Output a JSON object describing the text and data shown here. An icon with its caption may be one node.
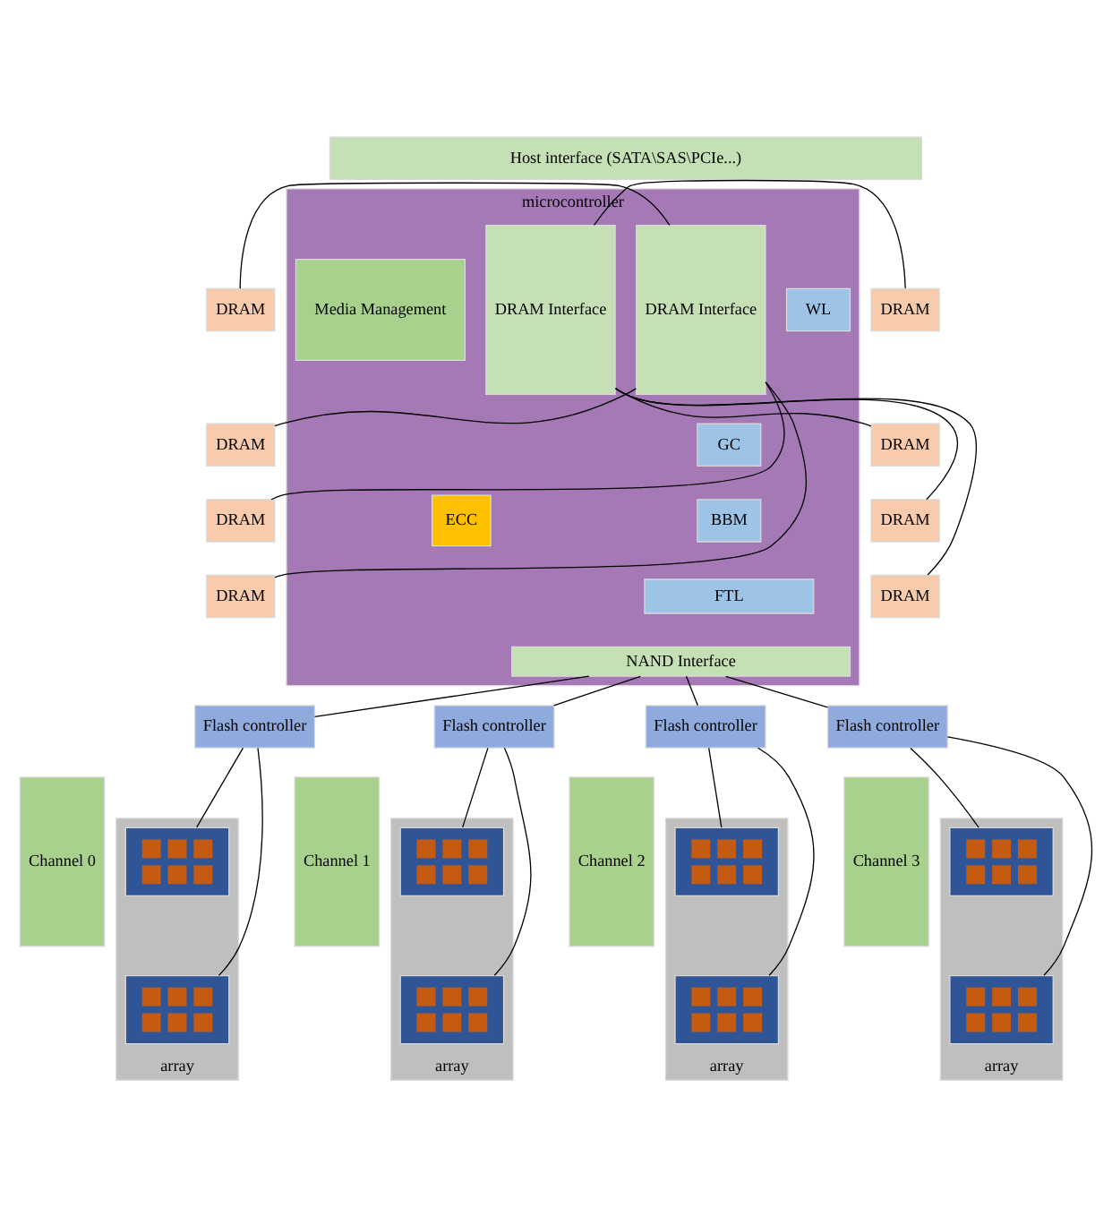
{
  "diagram": {
    "nodes": [
      {
        "text": [
          "Host interface (SATA\\SAS\\PCIe...)"
        ]
      },
      {
        "text": [
          "DRAM"
        ]
      },
      {
        "text": [
          "DRAM"
        ]
      },
      {
        "text": [
          "DRAM"
        ]
      },
      {
        "text": [
          "DRAM"
        ]
      },
      {
        "text": [
          "microcontroller"
        ]
      },
      {
        "text": [
          "DRAM Interface"
        ],
        "in": 5
      },
      {
        "text": [
          "WL"
        ],
        "in": 5
      },
      {
        "text": [
          "GC"
        ],
        "in": 5
      },
      {
        "text": [
          "BBM"
        ],
        "in": 5
      },
      {
        "text": [
          "FTL"
        ],
        "in": 5
      },
      {
        "text": [
          "Media Management"
        ],
        "in": 5
      },
      {
        "text": [
          "ECC"
        ],
        "in": 5
      },
      {
        "text": [
          "DRAM Interface"
        ],
        "in": 5
      },
      {
        "text": [
          "NAND Interface"
        ],
        "in": 5
      },
      {
        "text": [
          "DRAM"
        ]
      },
      {
        "text": [
          "DRAM"
        ]
      },
      {
        "text": [
          "DRAM"
        ]
      },
      {
        "text": [
          "DRAM"
        ]
      },
      {
        "text": [
          "Flash controller"
        ]
      },
      {
        "text": [
          "Channel 0"
        ]
      },
      {
        "text": [
          "array"
        ]
      },
      {
        "text": [],
        "shape": "box",
        "in": 21
      },
      {
        "text": [],
        "shape": "box",
        "in": 21
      },
      {
        "text": [
          "Flash controller"
        ]
      },
      {
        "text": [
          "Channel 1"
        ]
      },
      {
        "text": [
          "array"
        ]
      },
      {
        "text": [],
        "shape": "box",
        "in": 26
      },
      {
        "text": [],
        "shape": "box",
        "in": 26
      },
      {
        "text": [
          "Flash controller"
        ]
      },
      {
        "text": [
          "Channel 2"
        ]
      },
      {
        "text": [
          "array"
        ]
      },
      {
        "text": [],
        "shape": "box",
        "in": 31
      },
      {
        "text": [],
        "shape": "box",
        "in": 31
      },
      {
        "text": [
          "Flash controller"
        ]
      },
      {
        "text": [
          "Channel 3"
        ]
      },
      {
        "text": [
          "array"
        ]
      },
      {
        "text": [],
        "shape": "box",
        "in": 36
      },
      {
        "text": [],
        "shape": "box",
        "in": 36
      }
    ],
    "edges": [
      {
        "from": 1,
        "to": 6,
        "arrow": "none"
      },
      {
        "from": 2,
        "to": 6,
        "arrow": "none"
      },
      {
        "from": 3,
        "to": 6,
        "arrow": "none"
      },
      {
        "from": 4,
        "to": 6,
        "arrow": "none"
      },
      {
        "from": 15,
        "to": 13,
        "arrow": "none"
      },
      {
        "from": 16,
        "to": 13,
        "arrow": "none"
      },
      {
        "from": 17,
        "to": 13,
        "arrow": "none"
      },
      {
        "from": 18,
        "to": 13,
        "arrow": "none"
      },
      {
        "from": 14,
        "to": 19,
        "arrow": "none"
      },
      {
        "from": 14,
        "to": 24,
        "arrow": "none"
      },
      {
        "from": 14,
        "to": 29,
        "arrow": "none"
      },
      {
        "from": 14,
        "to": 34,
        "arrow": "none"
      },
      {
        "from": 19,
        "to": 22,
        "arrow": "none"
      },
      {
        "from": 19,
        "to": 23,
        "arrow": "none"
      },
      {
        "from": 24,
        "to": 27,
        "arrow": "none"
      },
      {
        "from": 24,
        "to": 28,
        "arrow": "none"
      },
      {
        "from": 29,
        "to": 32,
        "arrow": "none"
      },
      {
        "from": 29,
        "to": 33,
        "arrow": "none"
      },
      {
        "from": 34,
        "to": 37,
        "arrow": "none"
      },
      {
        "from": 34,
        "to": 38,
        "arrow": "none"
      }
    ]
  }
}
